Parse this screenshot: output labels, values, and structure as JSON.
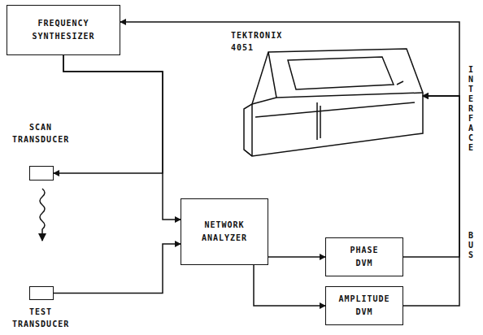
{
  "diagram": {
    "nodes": [
      {
        "text": [
          "FREQUENCY SYNTHESIZER"
        ]
      },
      {
        "text": [
          "NETWORK ANALYZER"
        ]
      },
      {
        "text": [
          "PHASE DVM"
        ]
      },
      {
        "text": [
          "AMPLITUDE DVM"
        ]
      },
      {
        "text": [
          "SCAN TRANSDUCER"
        ]
      },
      {
        "text": [
          "TEST TRANSDUCER"
        ]
      },
      {
        "text": [
          "TEKTRONIX 4051"
        ]
      }
    ],
    "edges": [
      {
        "from": 0,
        "to": 1,
        "arrow": "to"
      },
      {
        "from": 0,
        "to": 4,
        "arrow": "to"
      },
      {
        "from": 5,
        "to": 1,
        "arrow": "to"
      },
      {
        "from": 1,
        "to": 2,
        "arrow": "to"
      },
      {
        "from": 1,
        "to": 3,
        "arrow": "to"
      },
      {
        "from": 2,
        "to": 6,
        "arrow": "to"
      },
      {
        "from": 3,
        "to": 6,
        "arrow": "to"
      },
      {
        "from": 6,
        "to": 0,
        "arrow": "both"
      }
    ],
    "labels": [
      "INTERFACE",
      "BUS"
    ]
  }
}
